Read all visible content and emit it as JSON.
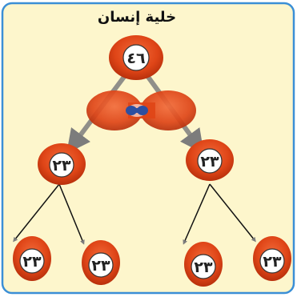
{
  "title": "خلية إنسان",
  "parent_cell": {
    "label": "٤٦"
  },
  "first_division": [
    {
      "label": "٢٣"
    },
    {
      "label": "٢٣"
    }
  ],
  "second_division": [
    {
      "label": "٢٣"
    },
    {
      "label": "٢٣"
    },
    {
      "label": "٢٣"
    },
    {
      "label": "٢٣"
    }
  ],
  "colors": {
    "panel_fill": "#fdf6cc",
    "panel_border": "#3b8fd6",
    "cell_fill": "#e04a1c",
    "cell_dark": "#b8300c",
    "label_circle_fill": "#ffffff",
    "label_text": "#222222",
    "gray_arrow": "#7c7c7c",
    "black_arrow": "#111111",
    "nucleus": "#2d4fa0"
  },
  "icons": [
    "cell-icon",
    "dividing-cell-icon"
  ]
}
